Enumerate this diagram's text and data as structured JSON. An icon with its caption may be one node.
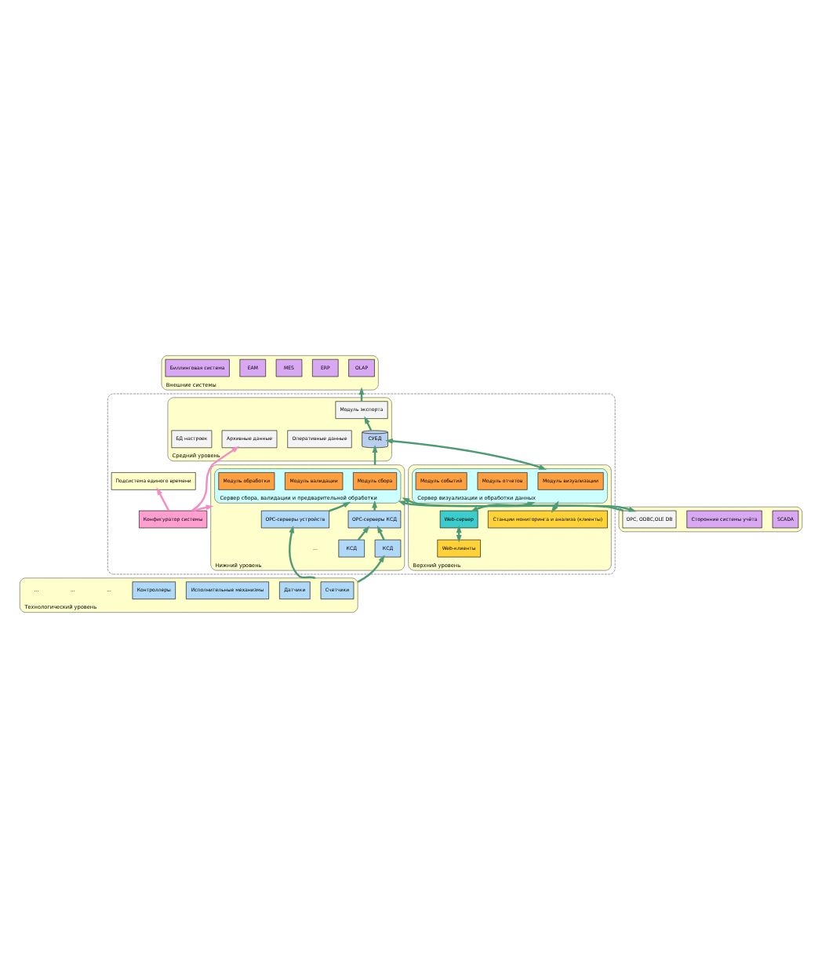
{
  "diagram": {
    "nodes": [
      {
        "text": [
          "Внешние системы"
        ]
      },
      {
        "text": [
          "OLAP"
        ],
        "in": 0
      },
      {
        "text": [
          "ERP"
        ],
        "in": 0
      },
      {
        "text": [
          "MES"
        ],
        "in": 0
      },
      {
        "text": [
          "EAM"
        ],
        "in": 0
      },
      {
        "text": [
          "Биллинговая система"
        ],
        "in": 0
      },
      {
        "text": [],
        "shape": "box"
      },
      {
        "text": [
          "Верхний уровень"
        ],
        "in": 6
      },
      {
        "text": [
          "Станции мониторинга и анализа (клиенты)"
        ],
        "in": 7
      },
      {
        "text": [
          "Web-клиенты"
        ],
        "in": 7
      },
      {
        "text": [
          "Web-сервер"
        ],
        "in": 7
      },
      {
        "text": [
          "Сервер визуализации и обработки данных"
        ],
        "in": 7
      },
      {
        "text": [
          "Модуль визуализации"
        ],
        "in": 11
      },
      {
        "text": [
          "Модуль отчетов"
        ],
        "in": 11
      },
      {
        "text": [
          "Модуль событий"
        ],
        "in": 11
      },
      {
        "text": [
          "Подсистема единого времени"
        ],
        "in": 6
      },
      {
        "text": [
          "Средний уровень"
        ],
        "in": 6
      },
      {
        "text": [
          "СУБД"
        ],
        "in": 16
      },
      {
        "text": [
          "Оперативные данные"
        ],
        "in": 16
      },
      {
        "text": [
          "Архивные данные"
        ],
        "in": 16
      },
      {
        "text": [
          "БД настроек"
        ],
        "in": 16
      },
      {
        "text": [
          "Модуль экспорта"
        ],
        "in": 16
      },
      {
        "text": [
          "Конфигуратор системы"
        ],
        "in": 6
      },
      {
        "text": [
          "Нижний уровень"
        ],
        "in": 6
      },
      {
        "text": [
          "Сервер сбора, валидации и предварительной обработки"
        ],
        "in": 23
      },
      {
        "text": [
          "Модуль сбора"
        ],
        "in": 24
      },
      {
        "text": [
          "Модуль валидации"
        ],
        "in": 24
      },
      {
        "text": [
          "Модуль обработки"
        ],
        "in": 24
      },
      {
        "text": [
          "OPC-серверы КСД"
        ],
        "in": 23
      },
      {
        "text": [
          "OPC-серверы устройств"
        ],
        "in": 23
      },
      {
        "text": [
          "КСД"
        ],
        "in": 23
      },
      {
        "text": [
          "КСД"
        ],
        "in": 23
      },
      {
        "text": [],
        "shape": "box"
      },
      {
        "text": [
          "SCADA"
        ],
        "in": 32
      },
      {
        "text": [
          "Сторонние системы учёта"
        ],
        "in": 32
      },
      {
        "text": [
          "OPC, ODBC,OLE DB"
        ],
        "in": 32
      },
      {
        "text": [
          "Технологический уровень"
        ]
      },
      {
        "text": [
          "Счетчики"
        ],
        "in": 36
      },
      {
        "text": [
          "Датчики"
        ],
        "in": 36
      },
      {
        "text": [
          "Исполнительные механизмы"
        ],
        "in": 36
      },
      {
        "text": [
          "Контроллеры"
        ],
        "in": 36
      }
    ],
    "edges": [
      {
        "from": 8,
        "to": 11,
        "arrow": "both"
      },
      {
        "from": 9,
        "to": 10,
        "arrow": "both"
      },
      {
        "from": 10,
        "to": 11,
        "arrow": "both"
      },
      {
        "from": 11,
        "to": 17,
        "arrow": "both"
      },
      {
        "from": 17,
        "to": 21,
        "arrow": "to"
      },
      {
        "from": 21,
        "to": 0,
        "arrow": "to"
      },
      {
        "from": 22,
        "to": 19,
        "arrow": "to",
        "color": "#f48cc4"
      },
      {
        "from": 22,
        "to": 15,
        "arrow": "to",
        "color": "#f48cc4"
      },
      {
        "from": 22,
        "to": 23,
        "arrow": "to",
        "color": "#f48cc4"
      },
      {
        "from": 23,
        "to": 17,
        "arrow": "to"
      },
      {
        "from": 35,
        "to": 24,
        "arrow": "to"
      },
      {
        "from": 35,
        "to": 23,
        "arrow": "both"
      },
      {
        "from": 28,
        "to": 24,
        "arrow": "to"
      },
      {
        "from": 29,
        "to": 24,
        "arrow": "to"
      },
      {
        "from": 30,
        "to": 28,
        "arrow": "to"
      },
      {
        "from": 31,
        "to": 28,
        "arrow": "to"
      },
      {
        "from": 36,
        "to": 30,
        "arrow": "to"
      },
      {
        "from": 36,
        "to": 29,
        "arrow": "to"
      }
    ],
    "labels": [
      "...",
      "...",
      "...",
      "..."
    ]
  }
}
